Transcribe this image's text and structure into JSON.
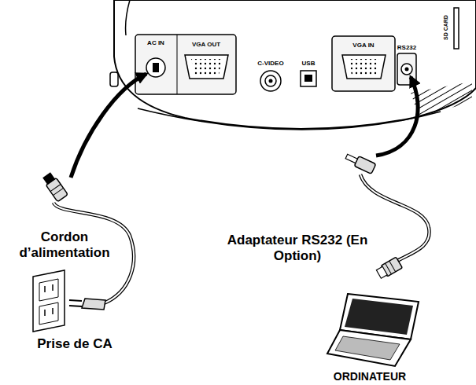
{
  "diagram": {
    "labels": [
      "AC IN",
      "VGA OUT",
      "C-VIDEO",
      "USB",
      "VGA IN",
      "RS232",
      "SD CARD",
      "Cordon d’alimentation",
      "Adaptateur RS232 (En Option)",
      "Prise de CA",
      "ORDINATEUR"
    ]
  }
}
